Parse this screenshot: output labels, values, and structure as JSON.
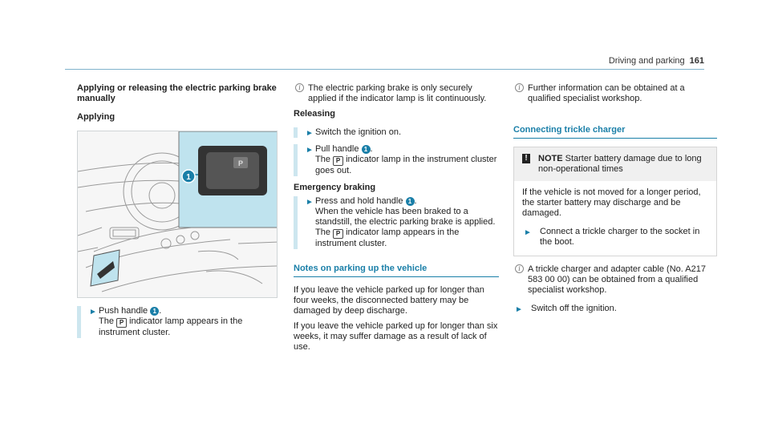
{
  "header": {
    "section": "Driving and parking",
    "page": "161"
  },
  "col1": {
    "heading": "Applying or releasing the electric parking brake manually",
    "sub_applying": "Applying",
    "callout": "1",
    "step1_a": "Push handle",
    "step1_b": ".",
    "step1_c": "The",
    "step1_d": "indicator lamp appears in the instrument cluster."
  },
  "col2": {
    "note1": "The electric parking brake is only securely applied if the indicator lamp is lit continuously.",
    "sub_releasing": "Releasing",
    "rel_step1": "Switch the ignition on.",
    "rel_step2_a": "Pull handle",
    "rel_step2_b": ".",
    "rel_step2_c": "The",
    "rel_step2_d": "indicator lamp in the instrument cluster goes out.",
    "sub_emergency": "Emergency braking",
    "em_step_a": "Press and hold handle",
    "em_step_b": ".",
    "em_step_c": "When the vehicle has been braked to a standstill, the electric parking brake is applied. The",
    "em_step_d": "indicator lamp appears in the instrument cluster.",
    "notes_heading": "Notes on parking up the vehicle",
    "para1": "If you leave the vehicle parked up for longer than four weeks, the disconnected battery may be damaged by deep discharge.",
    "para2": "If you leave the vehicle parked up for longer than six weeks, it may suffer damage as a result of lack of use."
  },
  "col3": {
    "note_info": "Further information can be obtained at a qualified specialist workshop.",
    "trickle_heading": "Connecting trickle charger",
    "warn_symbol": "!",
    "note_label": "NOTE",
    "note_title": "Starter battery damage due to long non-operational times",
    "note_body": "If the vehicle is not moved for a longer period, the starter battery may discharge and be damaged.",
    "note_step": "Connect a trickle charger to the socket in the boot.",
    "note_info2": "A trickle charger and adapter cable (No. A217 583 00 00) can be obtained from a qualified specialist workshop.",
    "final_step": "Switch off the ignition."
  },
  "symbols": {
    "info": "i",
    "arrow": "►",
    "parking": "P"
  },
  "colors": {
    "accent": "#1a7fa8",
    "step_bar": "#cde6ef",
    "inset_bg": "#bfe3ee"
  }
}
